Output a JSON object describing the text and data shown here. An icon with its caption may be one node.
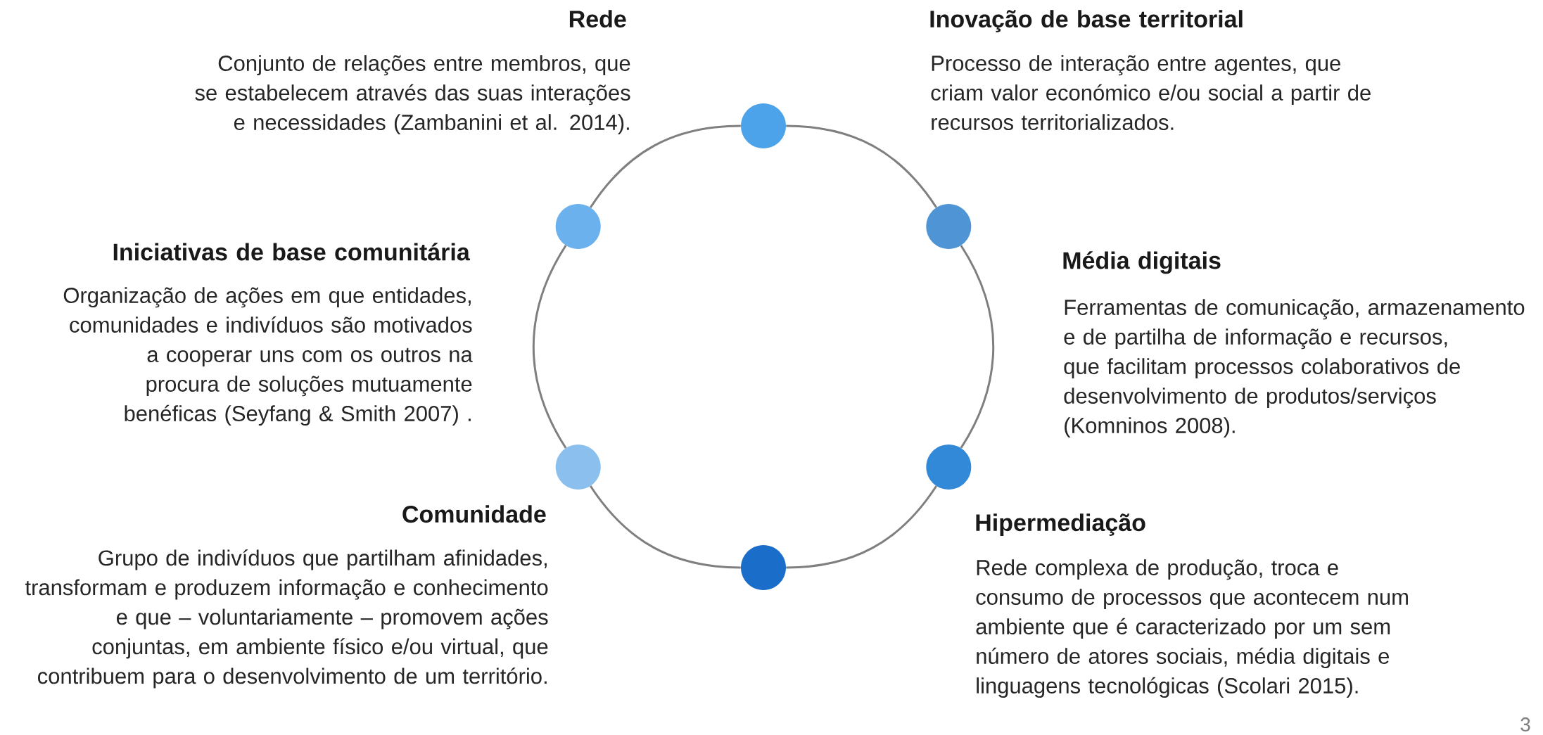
{
  "diagram": {
    "nodes": [
      {
        "text": [],
        "shape": "circle"
      },
      {
        "text": [],
        "shape": "circle"
      },
      {
        "text": [],
        "shape": "circle"
      },
      {
        "text": [],
        "shape": "circle"
      },
      {
        "text": [],
        "shape": "circle"
      },
      {
        "text": [],
        "shape": "circle"
      }
    ],
    "edges": [
      {
        "from": 0,
        "to": 1,
        "arrow": "none"
      },
      {
        "from": 1,
        "to": 2,
        "arrow": "none"
      },
      {
        "from": 2,
        "to": 3,
        "arrow": "none"
      },
      {
        "from": 3,
        "to": 4,
        "arrow": "none"
      },
      {
        "from": 4,
        "to": 5,
        "arrow": "none"
      },
      {
        "from": 5,
        "to": 0,
        "arrow": "none"
      }
    ],
    "labels": [
      "Rede",
      "Inovação de base territorial",
      "Conjunto de relações entre membros, que se estabelecem através das suas interações e necessidades (Zambanini et al. 2014).",
      "Processo de interação entre agentes, que criam valor económico e/ou social a partir de recursos territorializados.",
      "Iniciativas de base comunitária",
      "Média digitais",
      "Organização de ações em que entidades, comunidades e indivíduos são motivados a cooperar uns com os outros na procura de soluções mutuamente benéficas (Seyfang & Smith 2007) .",
      "Ferramentas de comunicação, armazenamento e de partilha de informação e recursos, que facilitam processos colaborativos de desenvolvimento de produtos/serviços (Komninos 2008).",
      "Comunidade",
      "Hipermediação",
      "Grupo de indivíduos que partilham afinidades, transformam e produzem informação e conhecimento e que – voluntariamente – promovem ações conjuntas, em ambiente físico e/ou virtual, que contribuem para o desenvolvimento de um território.",
      "Rede complexa de produção, troca e consumo de processos que acontecem num ambiente que é caracterizado por um sem número de atores sociais, média digitais e linguagens tecnológicas (Scolari 2015).",
      "3"
    ]
  }
}
